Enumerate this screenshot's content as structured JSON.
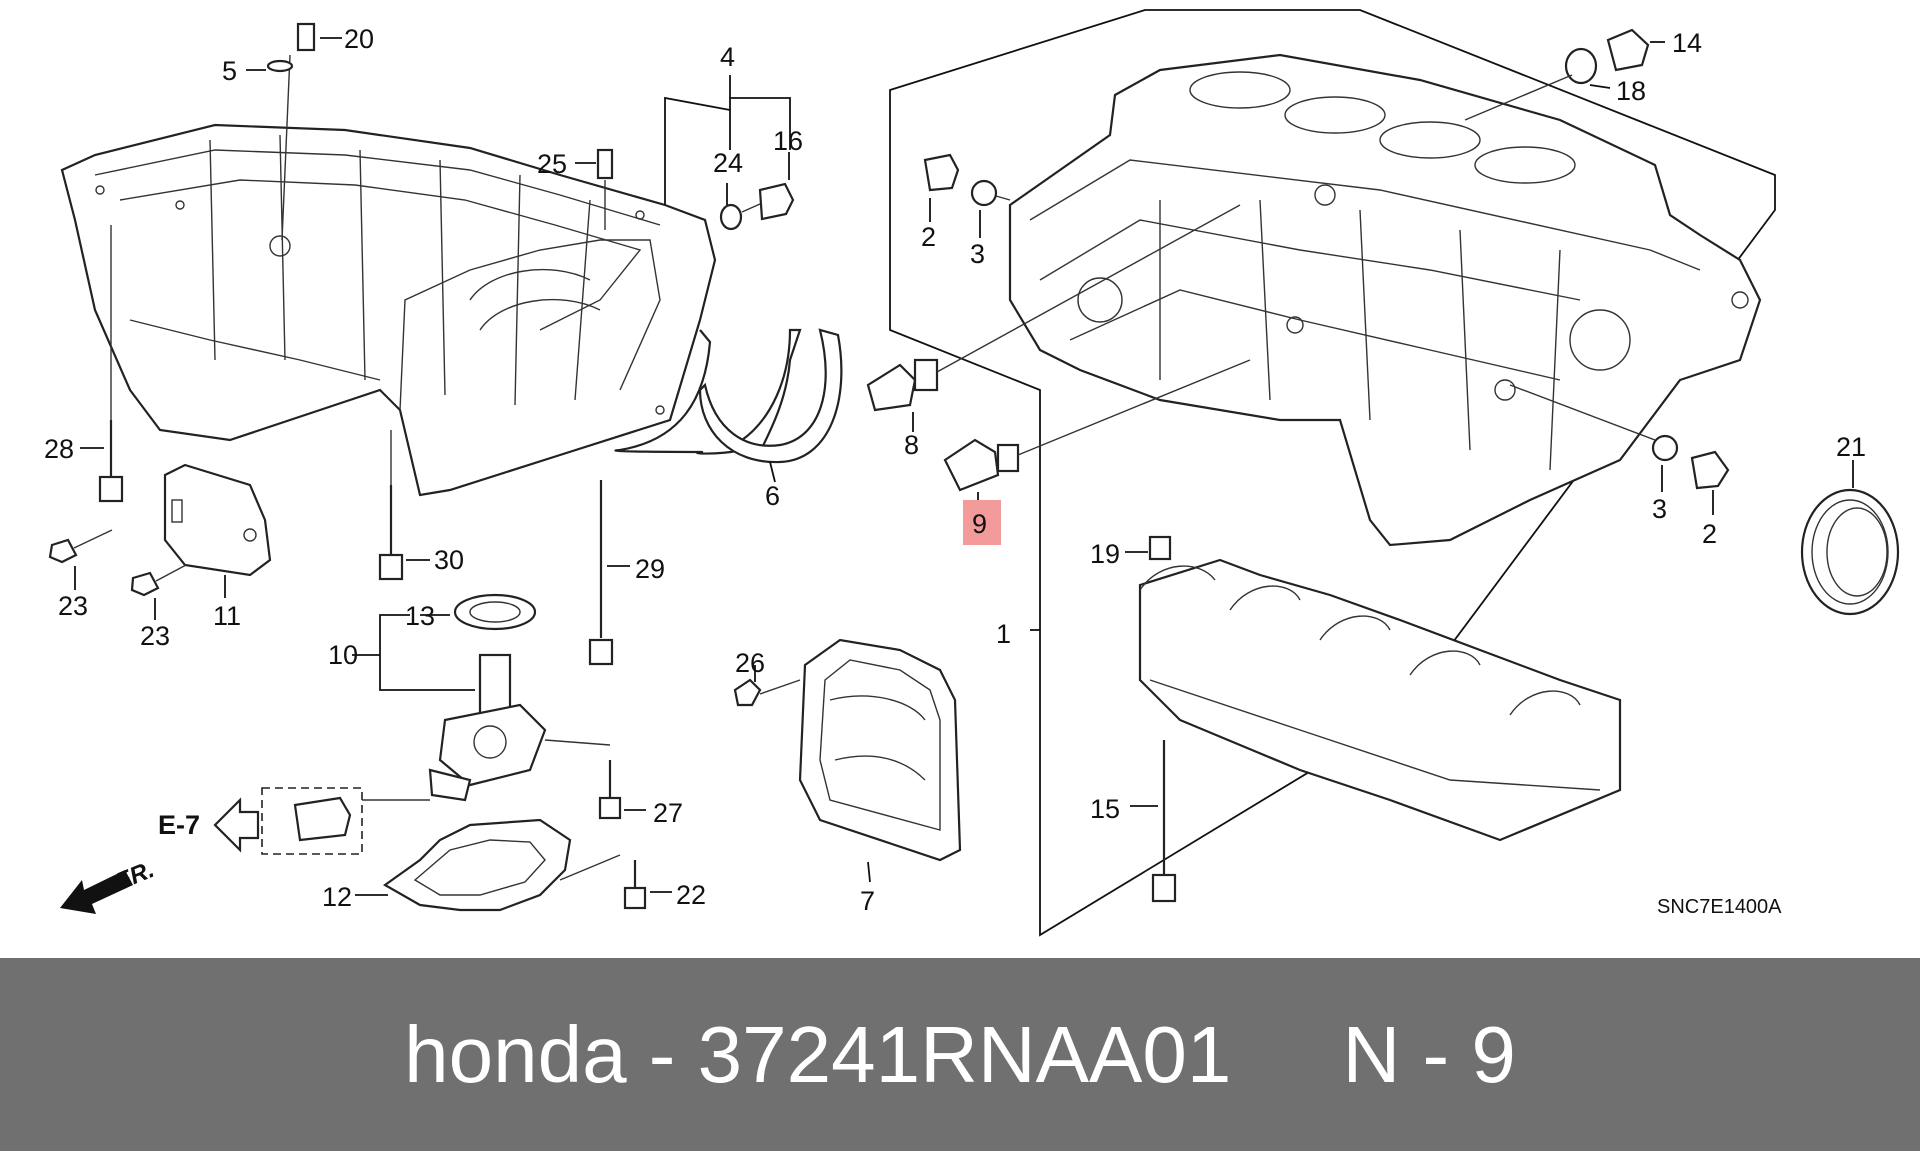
{
  "diagram": {
    "callouts": [
      "1",
      "2",
      "2",
      "3",
      "3",
      "4",
      "5",
      "6",
      "7",
      "8",
      "9",
      "10",
      "11",
      "12",
      "13",
      "14",
      "15",
      "16",
      "18",
      "19",
      "20",
      "21",
      "22",
      "23",
      "23",
      "24",
      "25",
      "26",
      "27",
      "28",
      "29",
      "30"
    ],
    "highlighted_callout": "9",
    "highlight_color": "#f39a9a",
    "section_ref": "E-7",
    "direction_label": "FR.",
    "diagram_code": "SNC7E1400A"
  },
  "footer": {
    "caption": "honda - 37241RNAA01     N - 9",
    "background_color": "#707070",
    "text_color": "#ffffff"
  }
}
